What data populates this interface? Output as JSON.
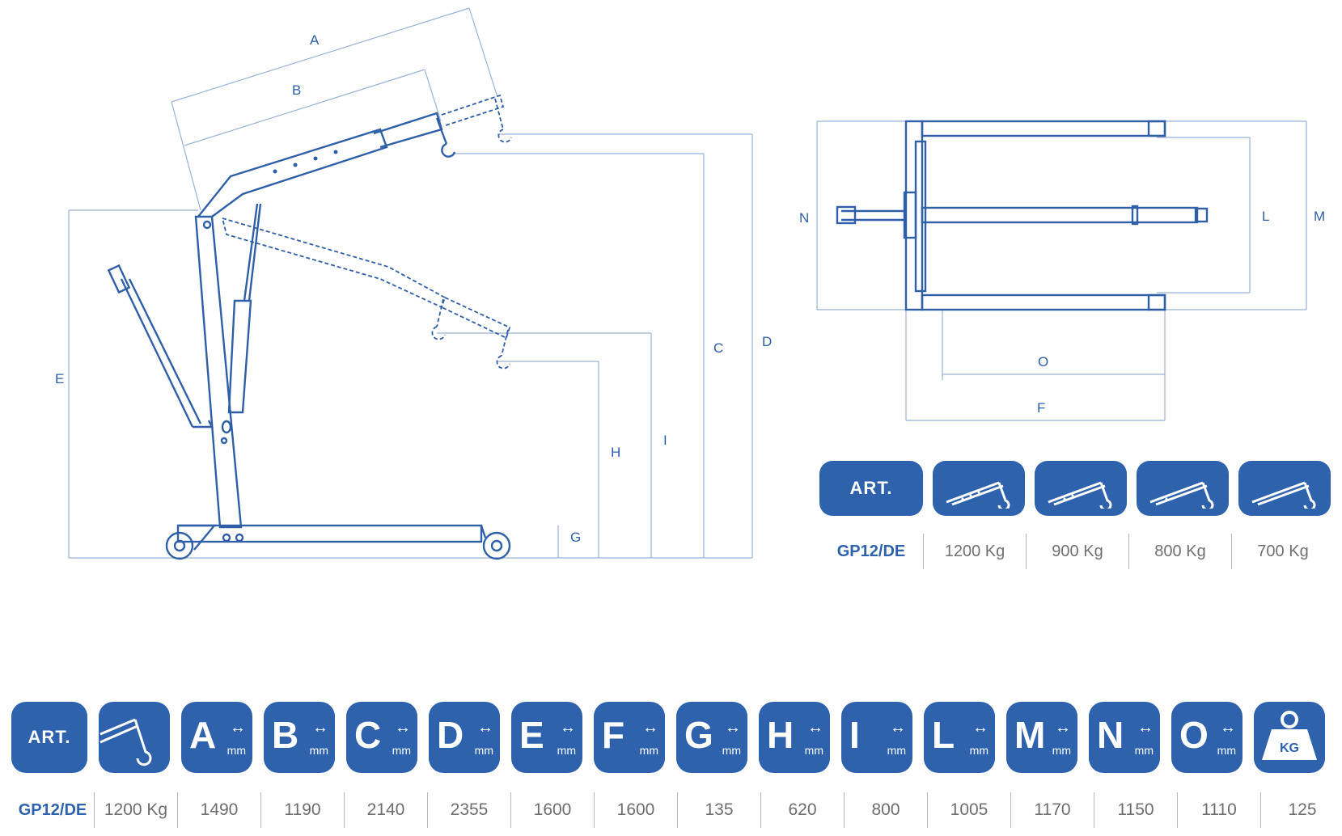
{
  "diagram": {
    "side_labels": [
      "A",
      "B",
      "C",
      "D",
      "E",
      "G",
      "H",
      "I"
    ],
    "top_labels": [
      "N",
      "L",
      "M",
      "O",
      "F"
    ]
  },
  "capacity_table": {
    "art_header": "ART.",
    "model": "GP12/DE",
    "values": [
      "1200 Kg",
      "900 Kg",
      "800 Kg",
      "700 Kg"
    ]
  },
  "spec_table": {
    "art_header": "ART.",
    "unit": "mm",
    "kg_icon_label": "KG",
    "columns": [
      "A",
      "B",
      "C",
      "D",
      "E",
      "F",
      "G",
      "H",
      "I",
      "L",
      "M",
      "N",
      "O"
    ],
    "model": "GP12/DE",
    "capacity": "1200 Kg",
    "values": [
      "1490",
      "1190",
      "2140",
      "2355",
      "1600",
      "1600",
      "135",
      "620",
      "800",
      "1005",
      "1170",
      "1150",
      "1110"
    ],
    "weight": "125"
  },
  "colors": {
    "primary": "#2f62ac",
    "line": "#2f5fa6",
    "guide": "#9ab0d4",
    "value_text": "#6d6d6d"
  }
}
